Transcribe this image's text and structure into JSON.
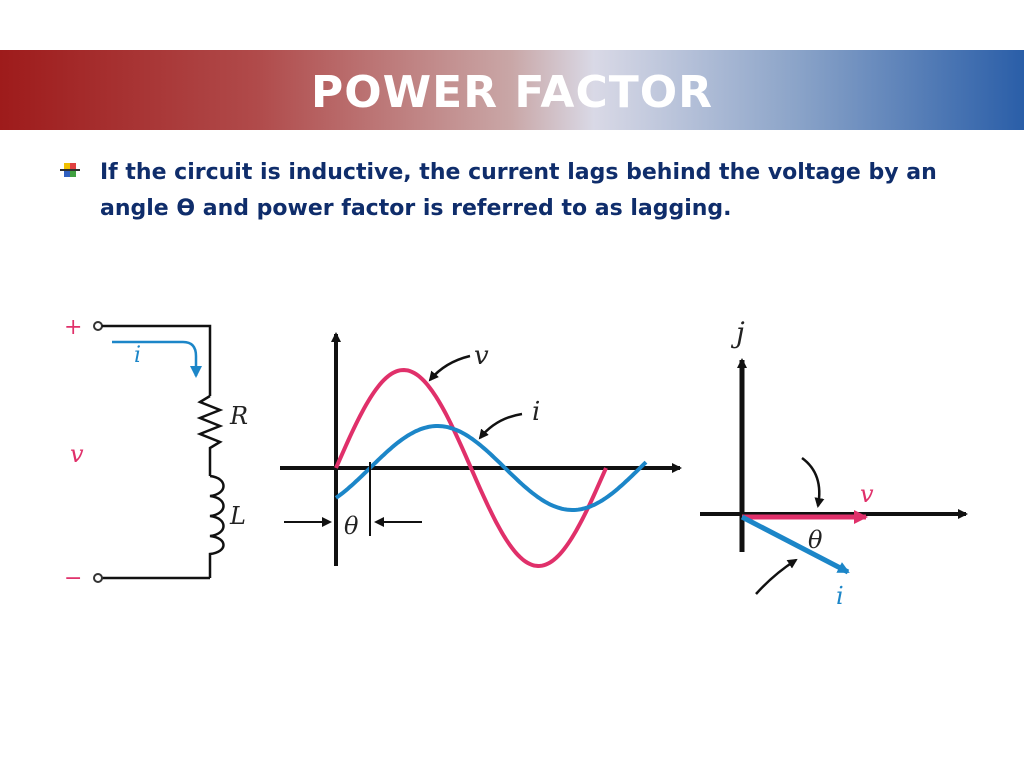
{
  "title": "POWER FACTOR",
  "bullet_text": "If the circuit is inductive, the current lags behind the voltage by an angle ϴ and power factor is referred to as lagging.",
  "colors": {
    "voltage": "#e0306a",
    "current": "#1c86c8",
    "title_left": "#9e1b1b",
    "title_right": "#2a5ea8",
    "text": "#0f2d6b"
  },
  "circuit": {
    "plus": "+",
    "minus": "−",
    "current_label": "i",
    "voltage_label": "v",
    "resistor_label": "R",
    "inductor_label": "L"
  },
  "waveform": {
    "voltage_label": "v",
    "current_label": "i",
    "angle_label": "θ"
  },
  "phasor": {
    "imag_axis_label": "j",
    "voltage_label": "v",
    "current_label": "i",
    "angle_label": "θ"
  }
}
